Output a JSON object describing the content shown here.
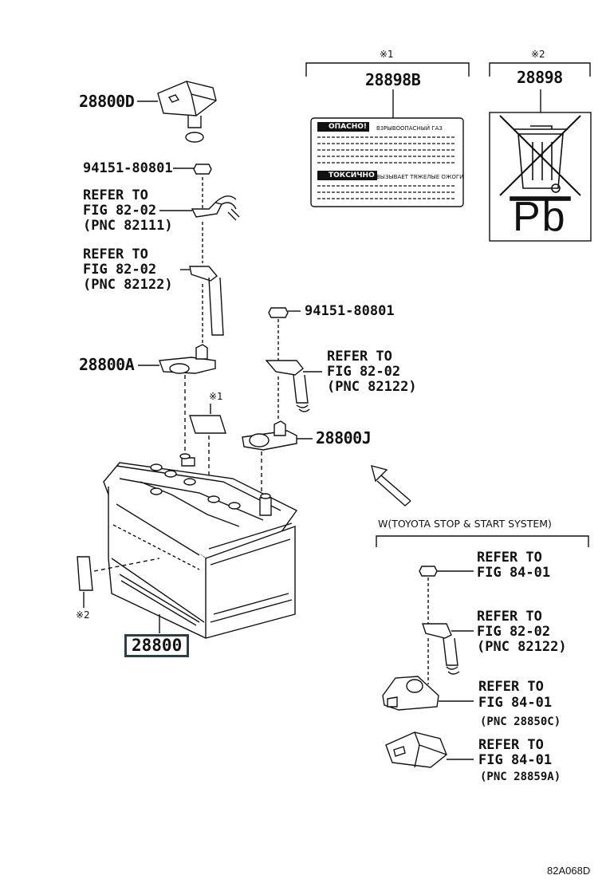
{
  "header": {
    "note1_mark": "※1",
    "note2_mark": "※2"
  },
  "labels": {
    "p28898B": "28898B",
    "p28898": "28898",
    "p28800D": "28800D",
    "bolt_top": "94151-80801",
    "refer_82111": [
      "REFER TO",
      "FIG 82-02",
      "(PNC 82111)"
    ],
    "refer_82122_a": [
      "REFER TO",
      "FIG 82-02",
      "(PNC 82122)"
    ],
    "bolt_right": "94151-80801",
    "p28800A": "28800A",
    "refer_82122_b": [
      "REFER TO",
      "FIG 82-02",
      "(PNC 82122)"
    ],
    "p28800J": "28800J",
    "note_label_mark": "※1",
    "note_side_mark": "※2",
    "p28800": "28800"
  },
  "warning_label": {
    "line1_title": "ОПАСНО!",
    "line1_text": "ВЗРЫВООПАСНЫЙ ГАЗ",
    "line2_title": "ТОКСИЧНО",
    "line2_text": "ВЫЗЫВАЕТ ТЯЖЕЛЫЕ ОЖОГИ"
  },
  "recycle_label": {
    "text": "Pb",
    "icon": "crossed-bin-icon"
  },
  "stop_start": {
    "title": "W(TOYOTA STOP & START SYSTEM)",
    "refer_nut": [
      "REFER TO",
      "FIG 84-01"
    ],
    "refer_cable": [
      "REFER TO",
      "FIG 82-02",
      "(PNC 82122)"
    ],
    "refer_clamp": [
      "REFER TO",
      "FIG 84-01",
      "(PNC 28850C)"
    ],
    "refer_cover": [
      "REFER TO",
      "FIG 84-01",
      "(PNC 28859A)"
    ]
  },
  "figure_id": "82A068D"
}
